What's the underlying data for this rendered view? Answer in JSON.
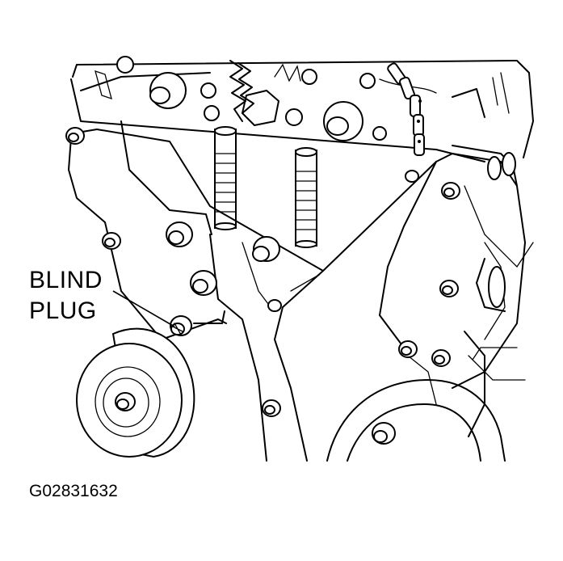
{
  "labels": {
    "callout_line1": "BLIND",
    "callout_line2": "PLUG",
    "figure_id": "G02831632"
  },
  "colors": {
    "ink": "#000000",
    "paper": "#ffffff"
  }
}
